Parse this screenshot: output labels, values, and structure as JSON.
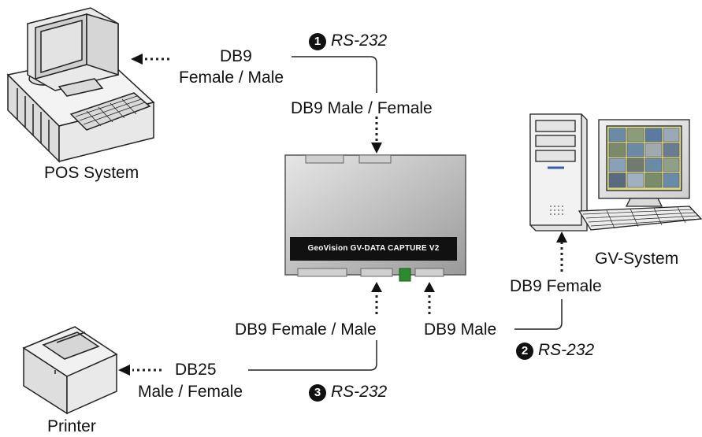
{
  "pos": {
    "label": "POS System",
    "connector": "DB9",
    "gender": "Female / Male"
  },
  "link1": {
    "number": "1",
    "protocol": "RS-232",
    "device_connector": "DB9 Male / Female"
  },
  "device": {
    "label": "GeoVision GV-DATA CAPTURE V2"
  },
  "gv": {
    "label": "GV-System",
    "connector": "DB9 Female"
  },
  "link2": {
    "number": "2",
    "protocol": "RS-232",
    "device_connector": "DB9 Male"
  },
  "printer": {
    "label": "Printer",
    "connector": "DB25",
    "gender": "Male / Female"
  },
  "link3": {
    "number": "3",
    "protocol": "RS-232",
    "device_connector": "DB9 Female / Male"
  }
}
